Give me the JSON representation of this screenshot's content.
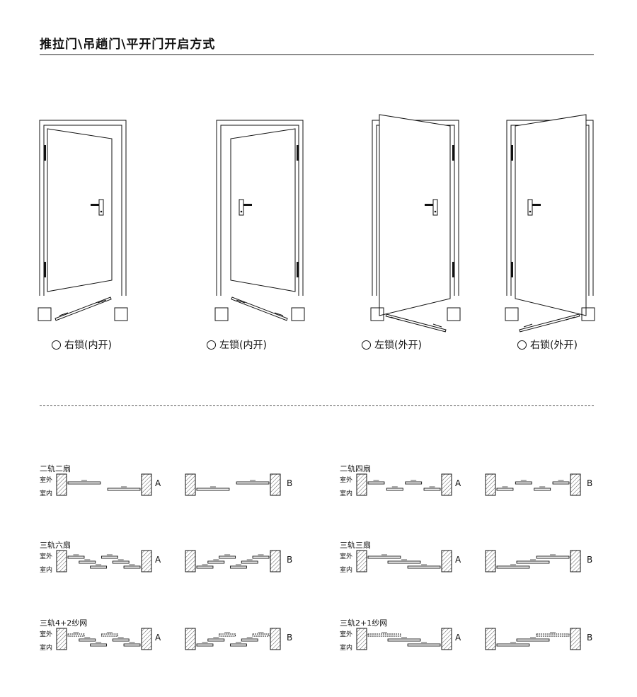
{
  "page": {
    "title": "推拉门\\吊趟门\\平开门开启方式"
  },
  "doors": [
    {
      "label": "右锁(内开)",
      "hinge": "left",
      "swing": "in"
    },
    {
      "label": "左锁(内开)",
      "hinge": "right",
      "swing": "in"
    },
    {
      "label": "左锁(外开)",
      "hinge": "right",
      "swing": "out"
    },
    {
      "label": "右锁(外开)",
      "hinge": "left",
      "swing": "out"
    }
  ],
  "sliding": {
    "outdoor_label": "室外",
    "indoor_label": "室内",
    "variant_a": "A",
    "variant_b": "B",
    "systems": [
      {
        "title": "二轨二扇",
        "tracks": 2,
        "panels": 2,
        "screen": false
      },
      {
        "title": "二轨四扇",
        "tracks": 2,
        "panels": 4,
        "screen": false
      },
      {
        "title": "三轨六扇",
        "tracks": 3,
        "panels": 6,
        "screen": false
      },
      {
        "title": "三轨三扇",
        "tracks": 3,
        "panels": 3,
        "screen": false
      },
      {
        "title": "三轨4+2纱网",
        "tracks": 3,
        "panels": 6,
        "screen": true
      },
      {
        "title": "三轨2+1纱网",
        "tracks": 3,
        "panels": 3,
        "screen": true
      }
    ]
  }
}
